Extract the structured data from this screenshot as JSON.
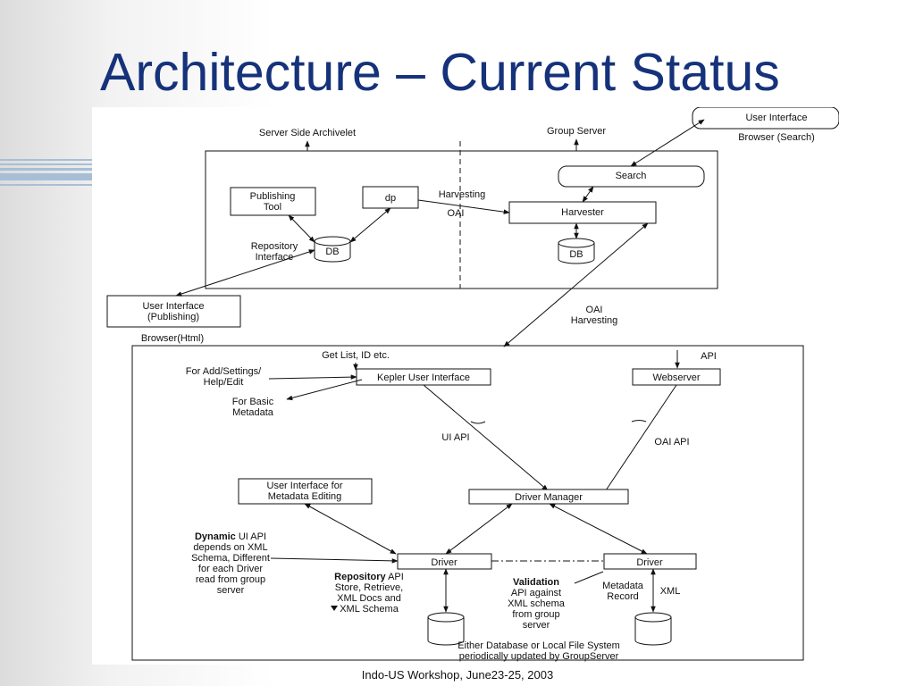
{
  "slide": {
    "title": "Architecture – Current Status",
    "footer": "Indo-US Workshop, June23-25, 2003"
  },
  "diagram": {
    "server_side_archivelet": "Server Side Archivelet",
    "group_server": "Group Server",
    "ui_search_box": "User Interface",
    "browser_search": "Browser (Search)",
    "search": "Search",
    "publishing_tool": [
      "Publishing",
      "Tool"
    ],
    "dp": "dp",
    "harvesting_top": "Harvesting",
    "oai_top": "OAI",
    "harvester": "Harvester",
    "repository_interface": [
      "Repository",
      "Interface"
    ],
    "db_left": "DB",
    "db_right": "DB",
    "ui_publishing": [
      "User Interface",
      "(Publishing)"
    ],
    "browser_html": "Browser(Html)",
    "oai_harvesting": [
      "OAI",
      "Harvesting"
    ],
    "get_list": "Get List, ID etc.",
    "api": "API",
    "for_add": [
      "For Add/Settings/",
      "Help/Edit"
    ],
    "kepler_ui": "Kepler User Interface",
    "webserver": "Webserver",
    "for_basic": [
      "For Basic",
      "Metadata"
    ],
    "ui_api": "UI API",
    "oai_api": "OAI API",
    "ui_metadata_editing": [
      "User Interface for",
      "Metadata Editing"
    ],
    "driver_manager": "Driver Manager",
    "dynamic_bold": "Dynamic",
    "dynamic_rest": " UI API",
    "dynamic_lines": [
      "depends on XML",
      "Schema, Different",
      "for each Driver",
      "read from group",
      "server"
    ],
    "driver_left": "Driver",
    "driver_right": "Driver",
    "repository_bold": "Repository",
    "repository_rest": " API",
    "repository_lines": [
      "Store, Retrieve,",
      "XML Docs and",
      "XML Schema"
    ],
    "validation_bold": "Validation",
    "validation_lines": [
      "API against",
      "XML schema",
      "from group",
      "server"
    ],
    "metadata_record": [
      "Metadata",
      "Record"
    ],
    "xml": "XML",
    "either_db": [
      "Either Database or Local File System",
      "periodically updated by GroupServer"
    ]
  }
}
